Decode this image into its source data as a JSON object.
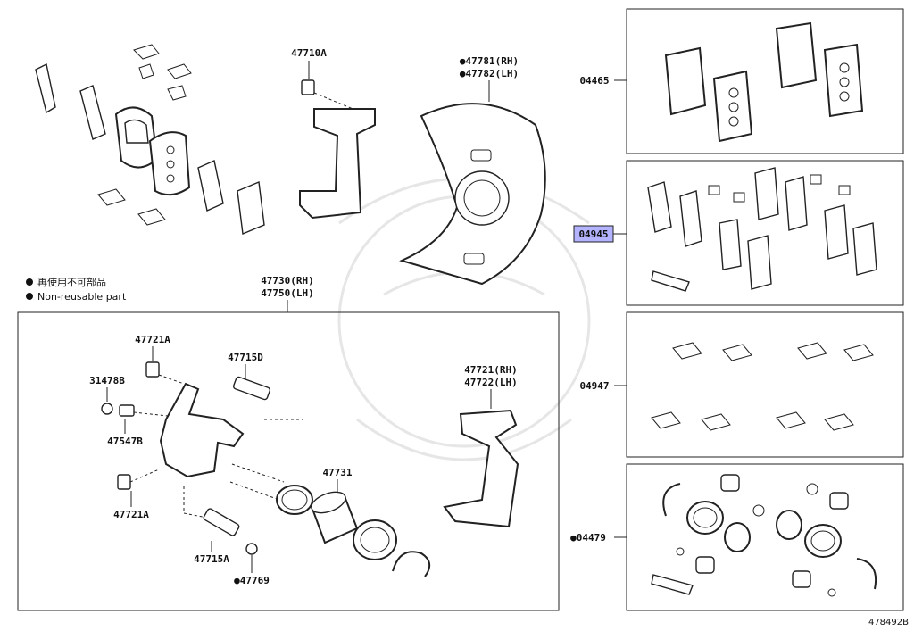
{
  "legend": {
    "jp": "再使用不可部品",
    "en": "Non-reusable part",
    "bullet": "●"
  },
  "labels": {
    "p47710A": "47710A",
    "p47781": "●47781(RH)",
    "p47782": "●47782(LH)",
    "p47730": "47730(RH)",
    "p47750": "47750(LH)",
    "p47721A_top": "47721A",
    "p31478B": "31478B",
    "p47547B": "47547B",
    "p47721A_bot": "47721A",
    "p47715D": "47715D",
    "p47715A": "47715A",
    "p47769": "●47769",
    "p47731": "47731",
    "p47721": "47721(RH)",
    "p47722": "47722(LH)"
  },
  "kits": {
    "k04465": "04465",
    "k04945": "04945",
    "k04947": "04947",
    "k04479": "●04479"
  },
  "ref_number": "478492B",
  "colors": {
    "highlight": "#b3b3ff",
    "line": "#222222"
  }
}
